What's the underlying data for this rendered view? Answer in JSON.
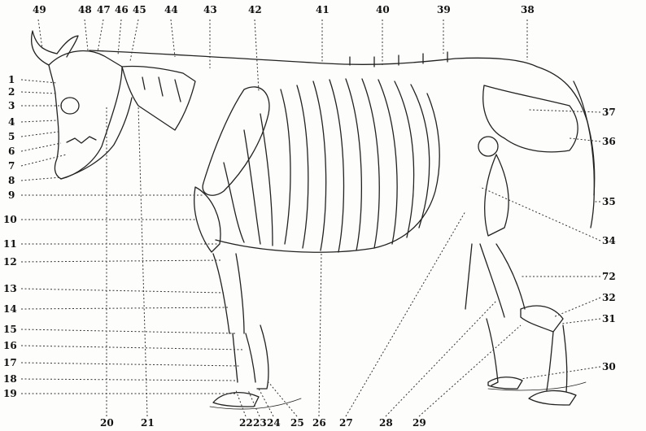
{
  "figure": {
    "labels": {
      "top": [
        "49",
        "48",
        "47",
        "46",
        "45",
        "44",
        "43",
        "42",
        "41",
        "40",
        "39",
        "38"
      ],
      "left": [
        "1",
        "2",
        "3",
        "4",
        "5",
        "6",
        "7",
        "8",
        "9",
        "10",
        "11",
        "12",
        "13",
        "14",
        "15",
        "16",
        "17",
        "18",
        "19"
      ],
      "bottom": [
        "20",
        "21",
        "22",
        "23",
        "24",
        "25",
        "26",
        "27",
        "28",
        "29"
      ],
      "right": [
        "37",
        "36",
        "35",
        "34",
        "72",
        "32",
        "31",
        "30"
      ]
    },
    "colors": {
      "ink": "#111111",
      "paper": "#fdfdfb"
    }
  }
}
